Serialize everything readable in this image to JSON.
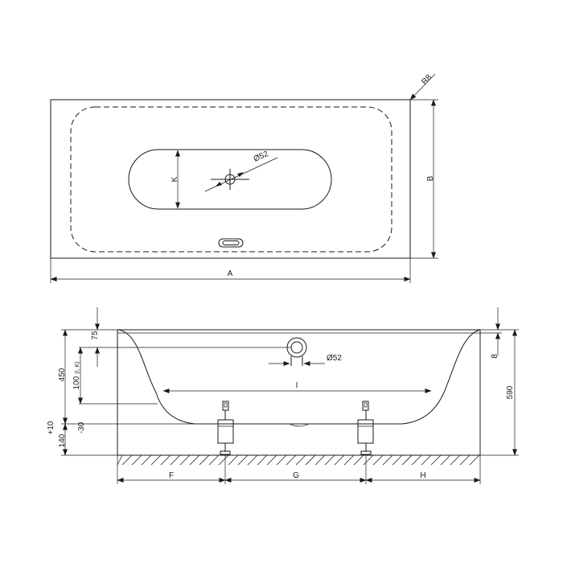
{
  "labels": {
    "radius": "R8",
    "width": "A",
    "depth": "B",
    "inner_oval": "K",
    "drain_top": "Ø52",
    "drain_side": "Ø52",
    "d75": "75",
    "d450": "450",
    "d100": "100",
    "d100_note": "(I, K)",
    "d140": "140",
    "tol_plus": "+10",
    "tol_minus": "-30",
    "d8": "8",
    "d590": "590",
    "inner_length": "I",
    "foot_left": "F",
    "foot_mid": "G",
    "foot_right": "H"
  }
}
